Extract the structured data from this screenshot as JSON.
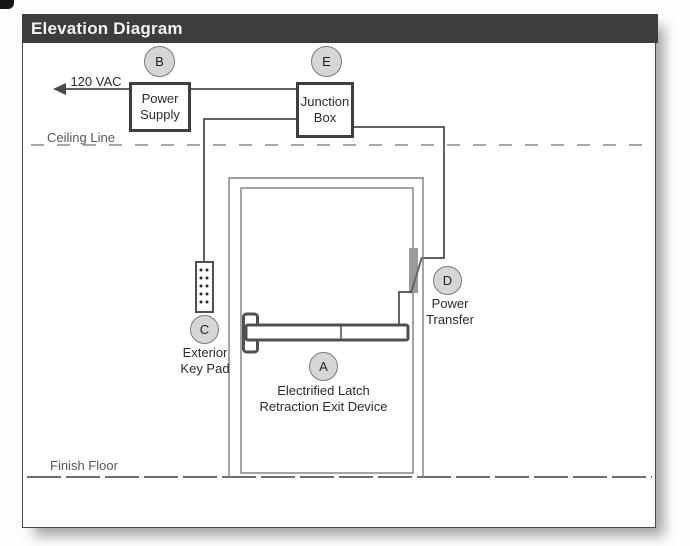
{
  "title": "Elevation Diagram",
  "annotations": {
    "voltage": "120 VAC",
    "ceiling": "Ceiling Line",
    "floor": "Finish Floor"
  },
  "components": {
    "power_supply": {
      "marker": "B",
      "line1": "Power",
      "line2": "Supply"
    },
    "junction_box": {
      "marker": "E",
      "line1": "Junction",
      "line2": "Box"
    },
    "exterior_key_pad": {
      "marker": "C",
      "line1": "Exterior",
      "line2": "Key Pad"
    },
    "power_transfer": {
      "marker": "D",
      "line1": "Power",
      "line2": "Transfer"
    },
    "exit_device": {
      "marker": "A",
      "line1": "Electrified Latch",
      "line2": "Retraction Exit Device"
    }
  },
  "colors": {
    "title_bar_bg": "#3d3d3d",
    "title_text": "#f5f3ee",
    "marker_fill": "#d6d6d6",
    "marker_border": "#7a7a7a",
    "box_border": "#3f3f3f",
    "wire": "#4a4a4a",
    "door_line": "#7d7d7d",
    "hardware": "#4f4f4f",
    "transfer_bar": "#9a9a9a",
    "label_text": "#2b2b2b",
    "muted_text": "#585858",
    "guide_line": "#8c8c8c",
    "floor_line": "#5a5a5a"
  }
}
